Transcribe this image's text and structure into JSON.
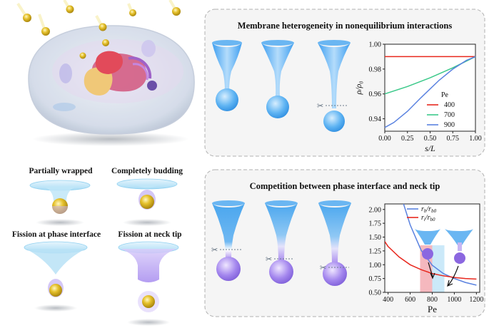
{
  "labels": {
    "partially_wrapped": "Partially wrapped",
    "completely_budding": "Completely budding",
    "fission_phase": "Fission at phase interface",
    "fission_neck": "Fission at neck tip"
  },
  "panels": {
    "top_title": "Membrane heterogeneity in nonequilibrium interactions",
    "bottom_title": "Competition between phase interface and neck tip"
  },
  "icons": {
    "scissors": "✂"
  },
  "colors": {
    "membrane_blue": "#4aa6ee",
    "membrane_purple": "#9b7be8",
    "particle_gold": "#d9b21a",
    "red": "#e8281e",
    "green": "#3cc98a",
    "blue": "#5a82e0",
    "panel_bg": "#f5f5f5",
    "panel_border": "#b0b0b0"
  },
  "chart_data": [
    {
      "type": "line",
      "xlabel": "s/L",
      "ylabel": "ρ/ρ₀",
      "xlim": [
        0,
        1
      ],
      "ylim": [
        0.93,
        1.0
      ],
      "xticks": [
        "0.00",
        "0.25",
        "0.50",
        "0.75",
        "1.00"
      ],
      "yticks": [
        "0.94",
        "0.96",
        "0.98",
        "1.00"
      ],
      "legend_title": "Pe",
      "legend_position": "lower-right",
      "series": [
        {
          "name": "400",
          "color": "#e8281e",
          "x": [
            0,
            0.25,
            0.5,
            0.75,
            1.0
          ],
          "y": [
            0.99,
            0.99,
            0.99,
            0.99,
            0.99
          ]
        },
        {
          "name": "700",
          "color": "#3cc98a",
          "x": [
            0,
            0.25,
            0.5,
            0.75,
            1.0
          ],
          "y": [
            0.96,
            0.966,
            0.973,
            0.981,
            0.99
          ]
        },
        {
          "name": "900",
          "color": "#5a82e0",
          "x": [
            0,
            0.1,
            0.25,
            0.4,
            0.5,
            0.6,
            0.75,
            0.9,
            1.0
          ],
          "y": [
            0.933,
            0.937,
            0.946,
            0.957,
            0.964,
            0.971,
            0.98,
            0.987,
            0.99
          ]
        }
      ]
    },
    {
      "type": "line",
      "xlabel": "Pe",
      "xlim": [
        370,
        1230
      ],
      "ylim": [
        0.5,
        2.1
      ],
      "xticks": [
        "400",
        "600",
        "800",
        "1000",
        "1200"
      ],
      "yticks": [
        "0.50",
        "0.75",
        "1.00",
        "1.25",
        "1.50",
        "1.75",
        "2.00"
      ],
      "legend_position": "top",
      "series": [
        {
          "name": "r_b/r_b0",
          "label_main": "r",
          "sub": "b",
          "label_den": "r",
          "sub_den": "b0",
          "color": "#5a82e0",
          "x": [
            540,
            600,
            700,
            800,
            900,
            1000,
            1100,
            1200
          ],
          "y": [
            2.1,
            1.72,
            1.26,
            0.99,
            0.84,
            0.75,
            0.68,
            0.63
          ]
        },
        {
          "name": "r_i/r_b0",
          "label_main": "r",
          "sub": "i",
          "label_den": "r",
          "sub_den": "b0",
          "color": "#e8281e",
          "x": [
            370,
            400,
            500,
            600,
            700,
            800,
            900,
            1000,
            1100,
            1200
          ],
          "y": [
            1.42,
            1.33,
            1.14,
            1.0,
            0.91,
            0.84,
            0.8,
            0.77,
            0.75,
            0.74
          ]
        }
      ],
      "shaded_regions": [
        {
          "from": 690,
          "to": 800,
          "color": "#f2a0a8"
        },
        {
          "from": 800,
          "to": 910,
          "color": "#b9e1f7"
        }
      ]
    }
  ]
}
